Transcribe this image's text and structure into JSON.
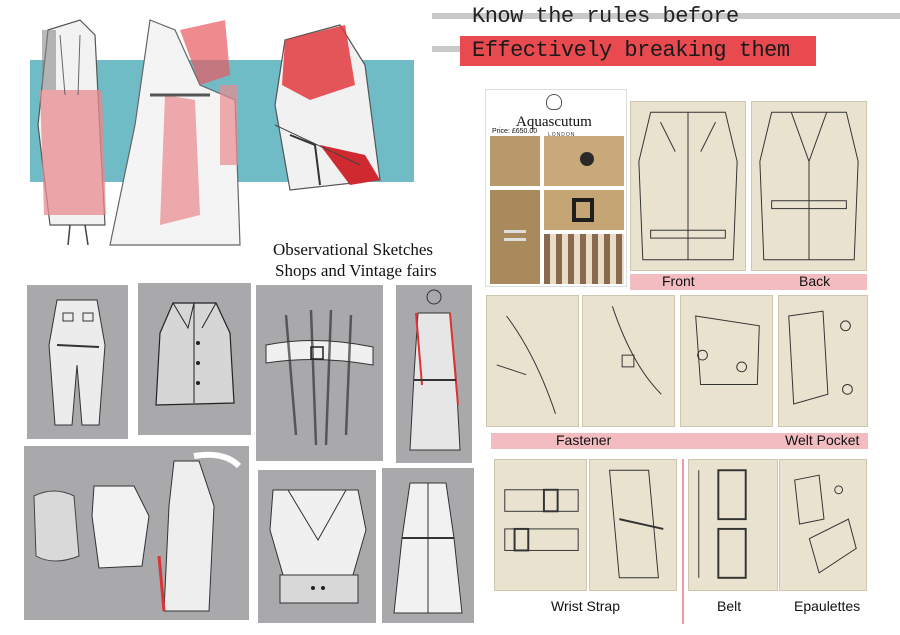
{
  "header": {
    "line1": "Know the rules before",
    "line2": "Effectively breaking them"
  },
  "captions": {
    "observational_line1": "Observational Sketches",
    "observational_line2": "Shops and Vintage fairs"
  },
  "product_card": {
    "brand": "Aquascutum",
    "brand_sub": "LONDON",
    "price": "Price: £650.00"
  },
  "labels": {
    "front": "Front",
    "back": "Back",
    "fastener": "Fastener",
    "welt_pocket": "Welt Pocket",
    "wrist_strap": "Wrist Strap",
    "belt": "Belt",
    "epaulettes": "Epaulettes"
  },
  "colors": {
    "accent_red": "#e84a4f",
    "label_pink": "#f3bcc1",
    "teal": "#6fbcc7",
    "panel_grey": "#a9a9ab",
    "sketch_paper": "#e8e2cf"
  }
}
